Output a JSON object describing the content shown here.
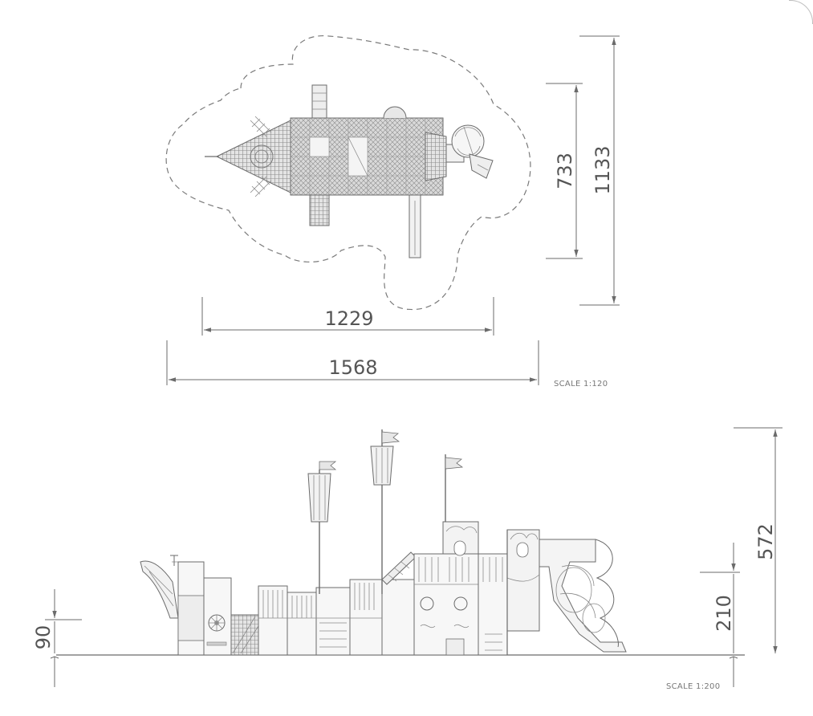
{
  "plan_view": {
    "dimensions": {
      "inner_width": "1229",
      "outer_width": "1568",
      "inner_depth": "733",
      "outer_depth": "1133"
    },
    "scale_label": "SCALE 1:120"
  },
  "elevation_view": {
    "dimensions": {
      "overall_height": "572",
      "platform_height": "210",
      "low_height": "90"
    },
    "scale_label": "SCALE 1:200"
  }
}
